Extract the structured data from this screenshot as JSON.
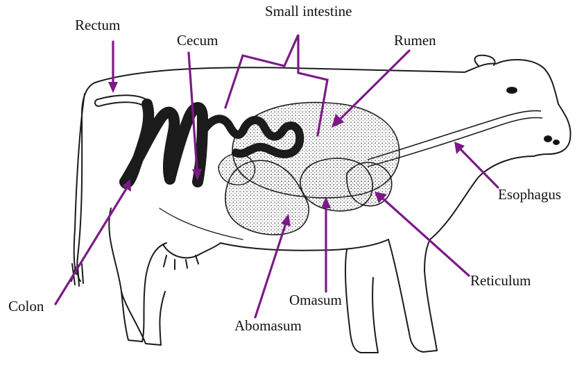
{
  "colors": {
    "pointer": "#7b1a86",
    "outline": "#1a1a1a",
    "stipple": "#333333",
    "background": "#ffffff"
  },
  "labels": {
    "rectum": "Rectum",
    "cecum": "Cecum",
    "small_intestine": "Small intestine",
    "rumen": "Rumen",
    "esophagus": "Esophagus",
    "reticulum": "Reticulum",
    "omasum": "Omasum",
    "abomasum": "Abomasum",
    "colon": "Colon"
  }
}
